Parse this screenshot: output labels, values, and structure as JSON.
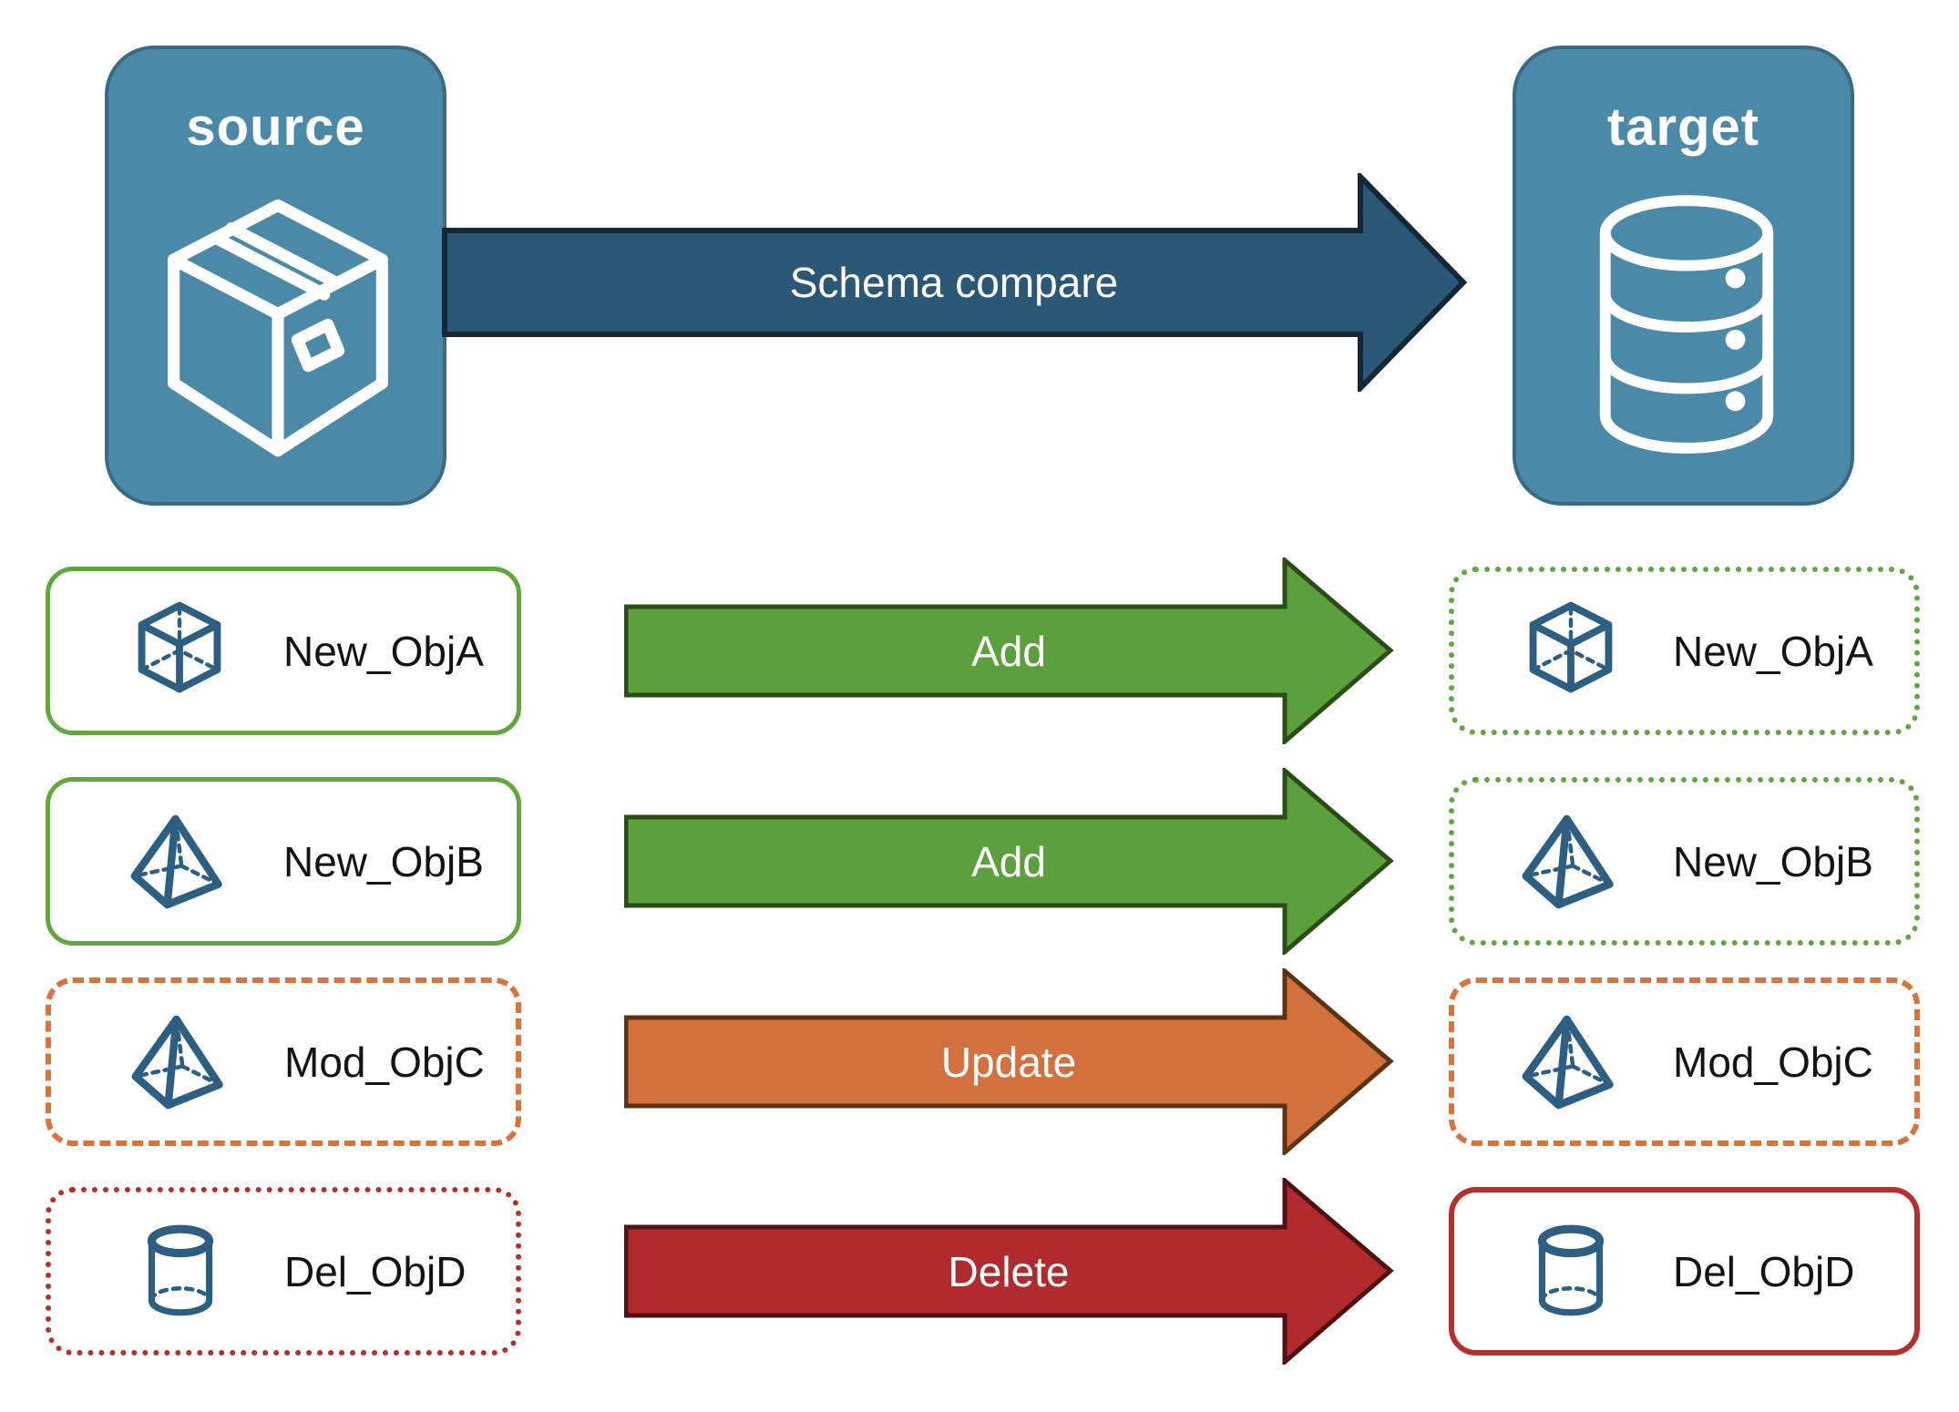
{
  "source_node": {
    "label": "source",
    "icon": "package-icon"
  },
  "target_node": {
    "label": "target",
    "icon": "database-icon"
  },
  "schema_arrow": {
    "label": "Schema compare"
  },
  "rows": [
    {
      "name": "New_ObjA",
      "icon": "cube-icon",
      "action": "Add",
      "source_box_border": "solid green",
      "target_box_border": "dotted green"
    },
    {
      "name": "New_ObjB",
      "icon": "pyramid-icon",
      "action": "Add",
      "source_box_border": "solid green",
      "target_box_border": "dotted green"
    },
    {
      "name": "Mod_ObjC",
      "icon": "pyramid-icon",
      "action": "Update",
      "source_box_border": "dashed orange",
      "target_box_border": "dashed orange"
    },
    {
      "name": "Del_ObjD",
      "icon": "cylinder-icon",
      "action": "Delete",
      "source_box_border": "dotted red",
      "target_box_border": "solid red"
    }
  ],
  "colors": {
    "node_fill": "#4A89A8",
    "node_border": "#3A6B84",
    "schema_arrow_fill": "#2C5878",
    "schema_arrow_outline": "#152838",
    "add_arrow_fill": "#5BA03C",
    "add_arrow_outline": "#2A4D15",
    "update_arrow_fill": "#D2713D",
    "update_arrow_outline": "#5C3310",
    "delete_arrow_fill": "#B12A2E",
    "delete_arrow_outline": "#4F1210",
    "green_status": "#60A73E",
    "orange_status": "#D7743E",
    "red_status": "#B5302C",
    "object_icon_blue": "#2D5F82",
    "label_text": "#141414"
  }
}
